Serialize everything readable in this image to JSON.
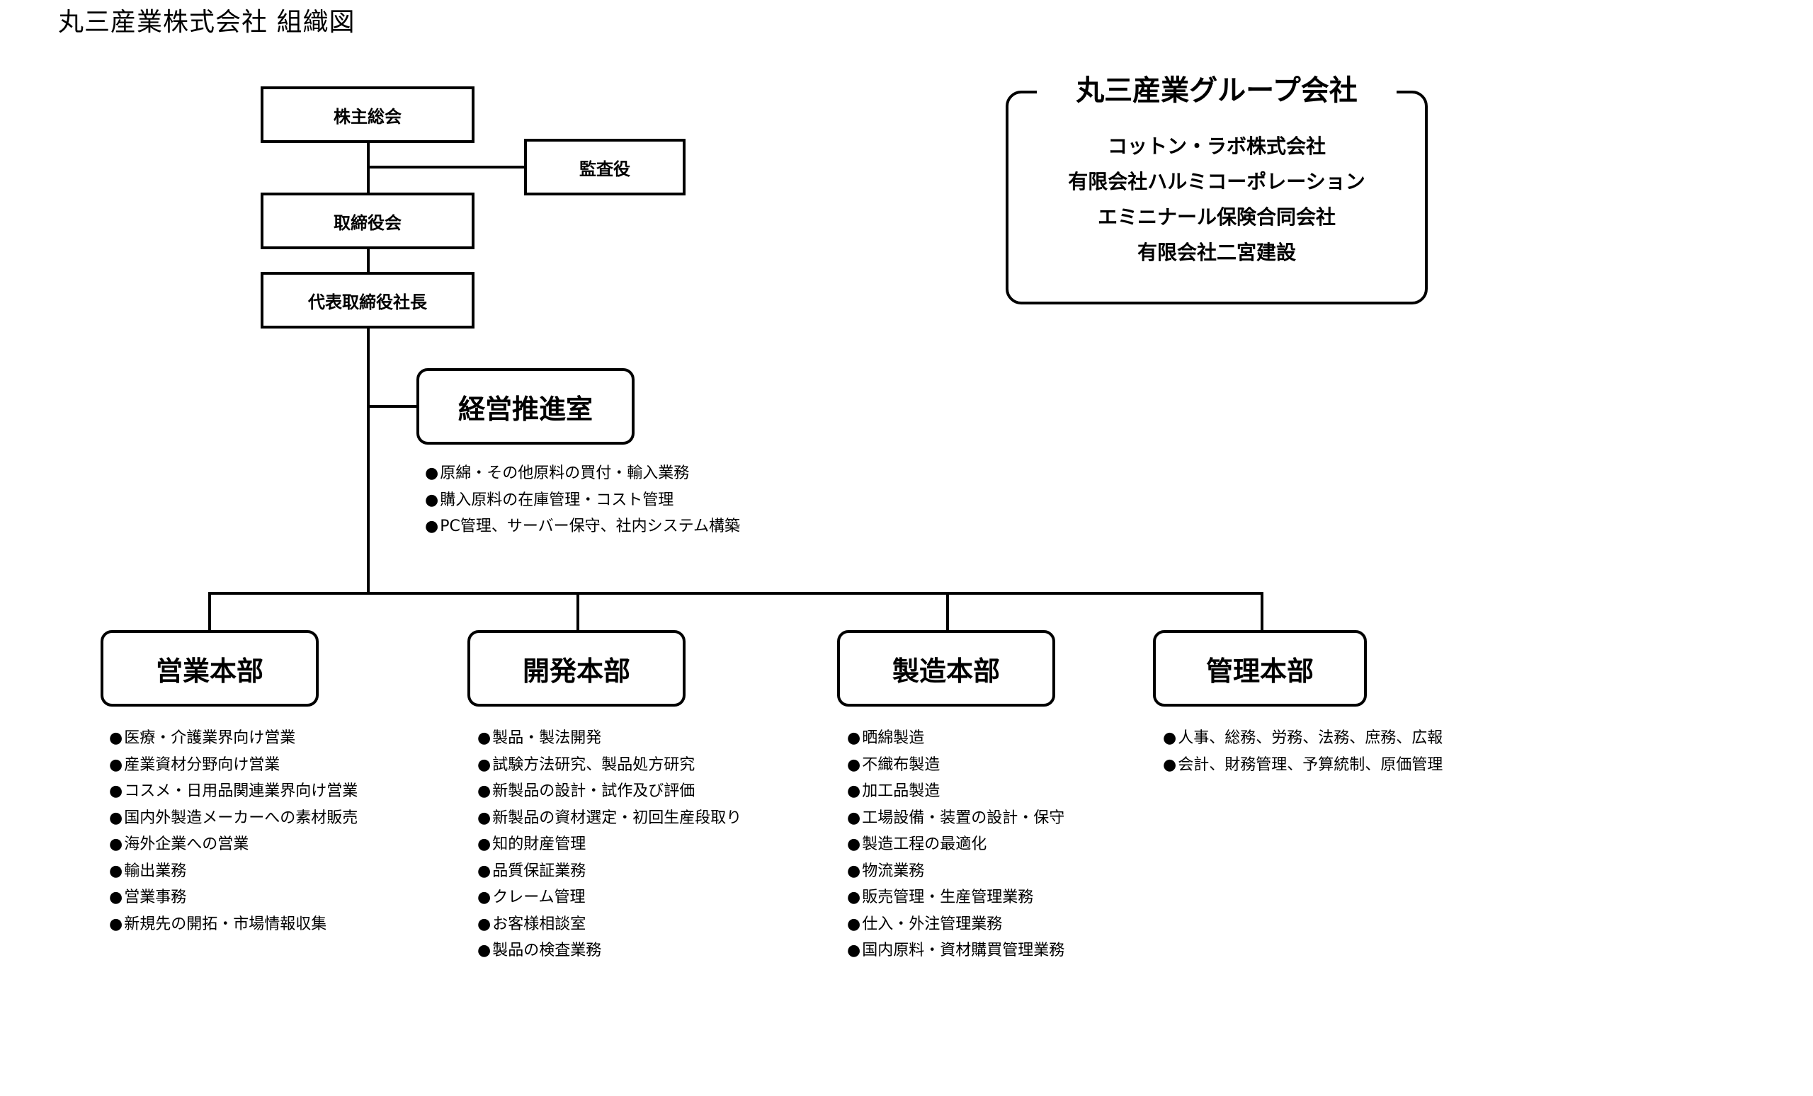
{
  "page_title": "丸三産業株式会社 組織図",
  "top": {
    "shareholders": "株主総会",
    "auditor": "監査役",
    "board": "取締役会",
    "president": "代表取締役社長"
  },
  "office": {
    "name": "経営推進室",
    "duties": [
      "原綿・その他原料の買付・輸入業務",
      "購入原料の在庫管理・コスト管理",
      "PC管理、サーバー保守、社内システム構築"
    ]
  },
  "divisions": [
    {
      "name": "営業本部",
      "duties": [
        "医療・介護業界向け営業",
        "産業資材分野向け営業",
        "コスメ・日用品関連業界向け営業",
        "国内外製造メーカーへの素材販売",
        "海外企業への営業",
        "輸出業務",
        "営業事務",
        "新規先の開拓・市場情報収集"
      ]
    },
    {
      "name": "開発本部",
      "duties": [
        "製品・製法開発",
        "試験方法研究、製品処方研究",
        "新製品の設計・試作及び評価",
        "新製品の資材選定・初回生産段取り",
        "知的財産管理",
        "品質保証業務",
        "クレーム管理",
        "お客様相談室",
        "製品の検査業務"
      ]
    },
    {
      "name": "製造本部",
      "duties": [
        "晒綿製造",
        "不織布製造",
        "加工品製造",
        "工場設備・装置の設計・保守",
        "製造工程の最適化",
        "物流業務",
        "販売管理・生産管理業務",
        "仕入・外注管理業務",
        "国内原料・資材購買管理業務"
      ]
    },
    {
      "name": "管理本部",
      "duties": [
        "人事、総務、労務、法務、庶務、広報",
        "会計、財務管理、予算統制、原価管理"
      ]
    }
  ],
  "group": {
    "title": "丸三産業グループ会社",
    "companies": [
      "コットン・ラボ株式会社",
      "有限会社ハルミコーポレーション",
      "エミニナール保険合同会社",
      "有限会社二宮建設"
    ]
  }
}
